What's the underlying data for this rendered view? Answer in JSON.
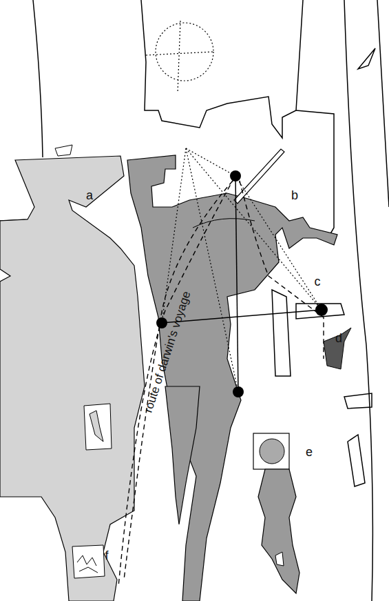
{
  "diagram": {
    "labels": [
      "a",
      "b",
      "c",
      "d",
      "e",
      "f",
      "route of darwin's voyage"
    ]
  }
}
